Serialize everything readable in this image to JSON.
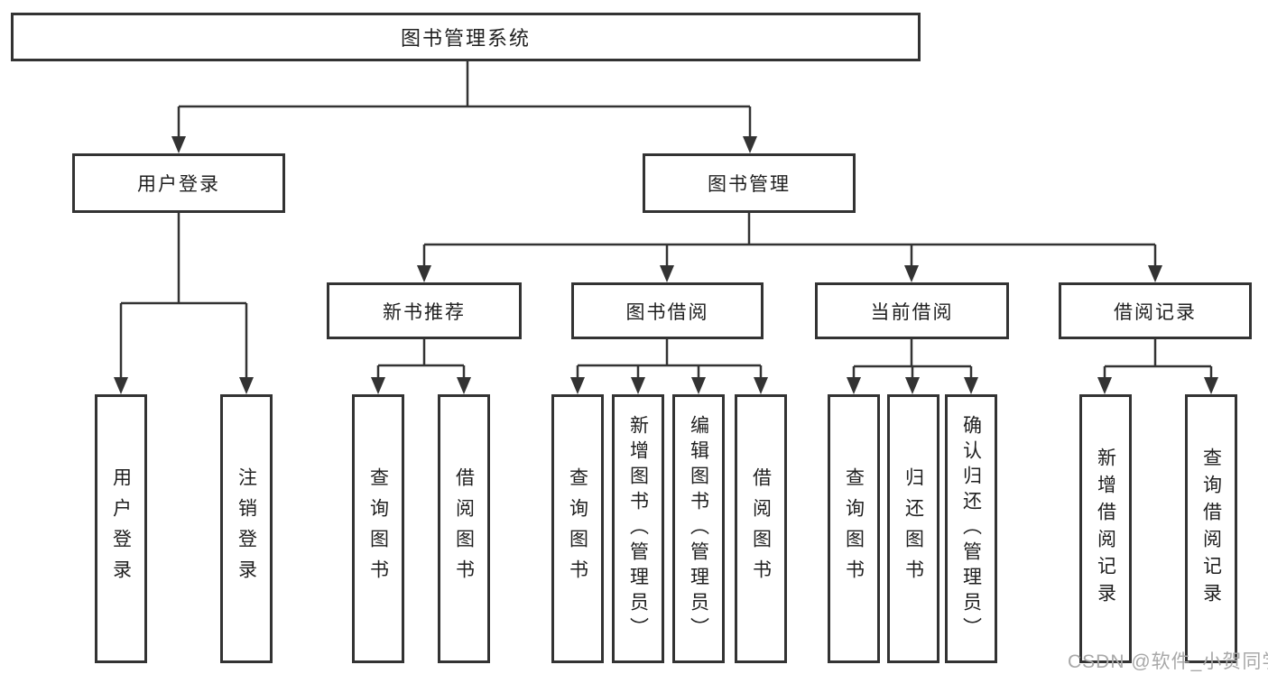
{
  "colors": {
    "background": "#ffffff",
    "line": "#333333",
    "box_border": "#333333",
    "text": "#1f1f1f",
    "watermark": "#a8a8a8"
  },
  "diagram": {
    "root": {
      "label": "图书管理系统"
    },
    "level1": [
      {
        "label": "用户登录"
      },
      {
        "label": "图书管理"
      }
    ],
    "level2": [
      {
        "label": "新书推荐",
        "parent": "图书管理"
      },
      {
        "label": "图书借阅",
        "parent": "图书管理"
      },
      {
        "label": "当前借阅",
        "parent": "图书管理"
      },
      {
        "label": "借阅记录",
        "parent": "图书管理"
      }
    ],
    "leaves": [
      {
        "label": "用户登录",
        "parent": "用户登录"
      },
      {
        "label": "注销登录",
        "parent": "用户登录"
      },
      {
        "label": "查询图书",
        "parent": "新书推荐"
      },
      {
        "label": "借阅图书",
        "parent": "新书推荐"
      },
      {
        "label": "查询图书",
        "parent": "图书借阅"
      },
      {
        "label": "新增图书（管理员）",
        "parent": "图书借阅"
      },
      {
        "label": "编辑图书（管理员）",
        "parent": "图书借阅"
      },
      {
        "label": "借阅图书",
        "parent": "图书借阅"
      },
      {
        "label": "查询图书",
        "parent": "当前借阅"
      },
      {
        "label": "归还图书",
        "parent": "当前借阅"
      },
      {
        "label": "确认归还（管理员）",
        "parent": "当前借阅"
      },
      {
        "label": "新增借阅记录",
        "parent": "借阅记录"
      },
      {
        "label": "查询借阅记录",
        "parent": "借阅记录"
      }
    ]
  },
  "watermark": {
    "text": "CSDN @软件_小贺同学"
  }
}
